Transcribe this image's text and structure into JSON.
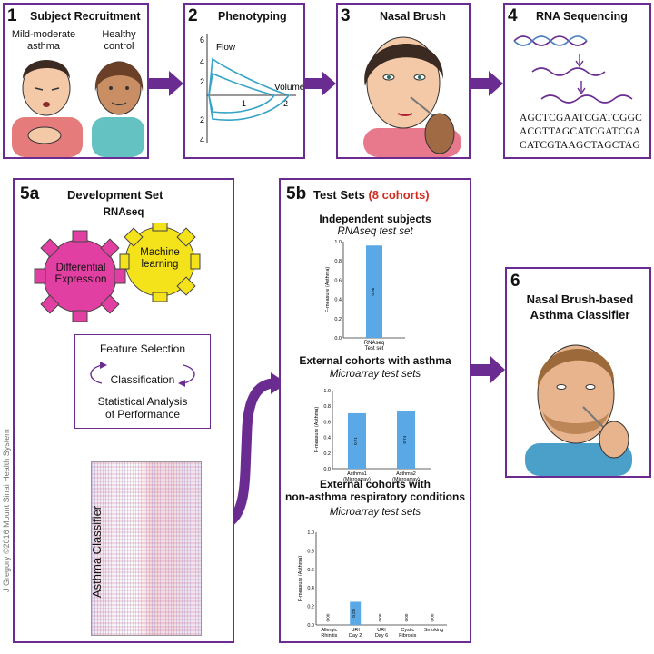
{
  "panels": {
    "p1": {
      "number": "1",
      "title": "Subject Recruitment",
      "left_label": "Mild-moderate\nasthma",
      "right_label": "Healthy\ncontrol"
    },
    "p2": {
      "number": "2",
      "title": "Phenotyping",
      "flow_label": "Flow",
      "volume_label": "Volume",
      "y_ticks": [
        "6",
        "4",
        "2",
        "2",
        "4"
      ],
      "x_ticks": [
        "1",
        "2"
      ]
    },
    "p3": {
      "number": "3",
      "title": "Nasal Brush"
    },
    "p4": {
      "number": "4",
      "title": "RNA Sequencing",
      "sequences": [
        "AGCTCGAATCGATCGGC",
        "ACGTTAGCATCGATCGA",
        "CATCGTAAGCTAGCTAG"
      ]
    },
    "p5a": {
      "number": "5a",
      "title": "Development Set",
      "subtitle": "RNAseq",
      "gear1": "Differential\nExpression",
      "gear2": "Machine\nlearning",
      "feature_selection": "Feature Selection",
      "classification": "Classification",
      "stats": "Statistical Analysis\nof Performance",
      "classifier_label": "Asthma Classifier"
    },
    "p5b": {
      "number": "5b",
      "title": "Test Sets",
      "title_highlight": "(8 cohorts)",
      "sections": [
        {
          "title": "Independent subjects",
          "subtitle": "RNAseq test set"
        },
        {
          "title": "External cohorts with asthma",
          "subtitle": "Microarray test sets"
        },
        {
          "title": "External cohorts with\nnon-asthma respiratory conditions",
          "subtitle": "Microarray test sets"
        }
      ]
    },
    "p6": {
      "number": "6",
      "title": "Nasal Brush-based\nAsthma Classifier"
    }
  },
  "credit": "J Gregory ©2016 Mount Sinai Health System",
  "colors": {
    "accent": "#6b2c91",
    "bar": "#5aa9e6",
    "gear_pink": "#e23fa3",
    "gear_yellow": "#f4e21b",
    "highlight_red": "#d62b1f"
  },
  "chart_data": [
    {
      "type": "bar",
      "ylabel": "F-measure (Asthma)",
      "ylim": [
        0,
        1.0
      ],
      "yticks": [
        "0.0",
        "0.2",
        "0.4",
        "0.6",
        "0.8",
        "1.0"
      ],
      "categories": [
        "RNAseq\nTest set"
      ],
      "values": [
        0.96
      ],
      "value_labels": [
        "0.96"
      ]
    },
    {
      "type": "bar",
      "ylabel": "F-measure (Asthma)",
      "ylim": [
        0,
        1.0
      ],
      "yticks": [
        "0.0",
        "0.2",
        "0.4",
        "0.6",
        "0.8",
        "1.0"
      ],
      "categories": [
        "Asthma1\n(Microarray)",
        "Asthma2\n(Microarray)"
      ],
      "values": [
        0.71,
        0.74
      ],
      "value_labels": [
        "0.71",
        "0.74"
      ]
    },
    {
      "type": "bar",
      "ylabel": "F-measure (Asthma)",
      "ylim": [
        0,
        1.0
      ],
      "yticks": [
        "0.0",
        "0.2",
        "0.4",
        "0.6",
        "0.8",
        "1.0"
      ],
      "categories": [
        "Allergic\nRhinitis",
        "URI\nDay 2",
        "URI\nDay 6",
        "Cystic\nFibrosis",
        "Smoking"
      ],
      "values": [
        0.0,
        0.25,
        0.0,
        0.0,
        0.0
      ],
      "value_labels": [
        "0.00",
        "0.25",
        "0.00",
        "0.00",
        "0.00"
      ]
    }
  ]
}
